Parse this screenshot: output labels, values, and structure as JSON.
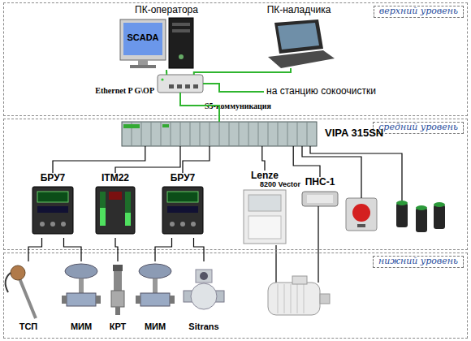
{
  "diagram": {
    "nodes": [
      {
        "text": [
          "верхний уровень"
        ]
      },
      {
        "text": [
          "ПК-оператора",
          "SCADA"
        ],
        "in": 0
      },
      {
        "text": [
          "ПК-наладчика"
        ],
        "in": 0
      },
      {
        "text": [
          "Ethernet P G\\OP"
        ],
        "in": 0
      },
      {
        "text": [
          "средний уровень"
        ]
      },
      {
        "text": [
          "VIPA 315SN"
        ],
        "in": 4
      },
      {
        "text": [
          "БРУ7"
        ],
        "in": 4
      },
      {
        "text": [
          "ITM22"
        ],
        "in": 4
      },
      {
        "text": [
          "БРУ7"
        ],
        "in": 4
      },
      {
        "text": [
          "Lenze",
          "8200 Vector"
        ],
        "in": 4
      },
      {
        "text": [
          "ПНС-1"
        ],
        "in": 4
      },
      {
        "text": [
          "нижний уровень"
        ]
      },
      {
        "text": [
          "ТСП"
        ],
        "in": 11
      },
      {
        "text": [
          "МИМ"
        ],
        "in": 11
      },
      {
        "text": [
          "КРТ"
        ],
        "in": 11
      },
      {
        "text": [
          "МИМ"
        ],
        "in": 11
      },
      {
        "text": [
          "Sitrans"
        ],
        "in": 11
      }
    ],
    "edges": [
      {
        "from": 1,
        "to": 3,
        "arrow": "none"
      },
      {
        "from": 2,
        "to": 3,
        "arrow": "none"
      },
      {
        "from": 3,
        "to": 5,
        "arrow": "none"
      },
      {
        "from": 5,
        "to": 6,
        "arrow": "none"
      },
      {
        "from": 5,
        "to": 7,
        "arrow": "none"
      },
      {
        "from": 5,
        "to": 8,
        "arrow": "none"
      },
      {
        "from": 5,
        "to": 9,
        "arrow": "none"
      },
      {
        "from": 5,
        "to": 10,
        "arrow": "none"
      },
      {
        "from": 6,
        "to": 12,
        "arrow": "none"
      },
      {
        "from": 6,
        "to": 13,
        "arrow": "none"
      },
      {
        "from": 7,
        "to": 14,
        "arrow": "none"
      },
      {
        "from": 8,
        "to": 15,
        "arrow": "none"
      },
      {
        "from": 8,
        "to": 16,
        "arrow": "none"
      }
    ],
    "labels": [
      "на станцию сокоочистки",
      "S5-коммуникация"
    ]
  }
}
